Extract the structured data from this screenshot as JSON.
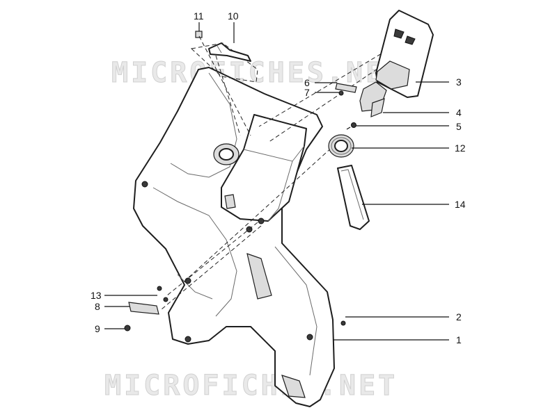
{
  "watermark": {
    "text": "MICROFICHES.NET"
  },
  "callouts": {
    "c1": "1",
    "c2": "2",
    "c3": "3",
    "c4": "4",
    "c5": "5",
    "c6": "6",
    "c7": "7",
    "c8": "8",
    "c9": "9",
    "c10": "10",
    "c11": "11",
    "c12": "12",
    "c13": "13",
    "c14": "14"
  }
}
